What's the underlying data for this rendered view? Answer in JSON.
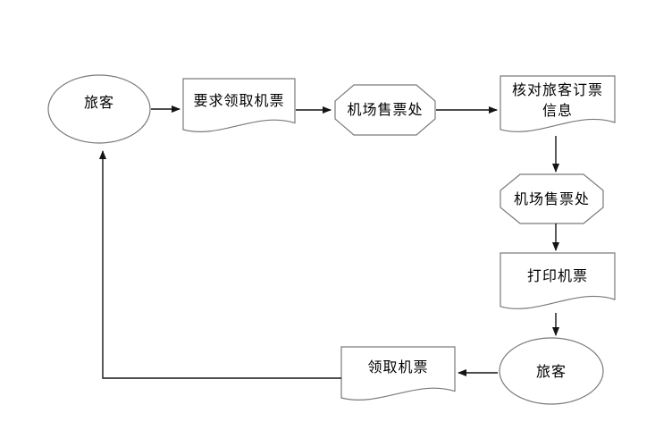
{
  "diagram": {
    "type": "flowchart",
    "background": "#ffffff",
    "colors": {
      "shape_stroke": "#7a7a7a",
      "shape_fill": "#ffffff",
      "arrow": "#141414",
      "text": "#000000"
    },
    "nodes": [
      {
        "id": "passenger-start",
        "type": "ellipse",
        "label": "旅客"
      },
      {
        "id": "request-ticket",
        "type": "document",
        "label": "要求领取机票"
      },
      {
        "id": "ticket-office-1",
        "type": "octagon",
        "label": "机场售票处"
      },
      {
        "id": "verify-booking",
        "type": "document",
        "label": "核对旅客订票信息"
      },
      {
        "id": "ticket-office-2",
        "type": "octagon",
        "label": "机场售票处"
      },
      {
        "id": "print-ticket",
        "type": "document",
        "label": "打印机票"
      },
      {
        "id": "passenger-end",
        "type": "ellipse",
        "label": "旅客"
      },
      {
        "id": "collect-ticket",
        "type": "document",
        "label": "领取机票"
      }
    ],
    "edges": [
      {
        "from": "passenger-start",
        "to": "request-ticket"
      },
      {
        "from": "request-ticket",
        "to": "ticket-office-1"
      },
      {
        "from": "ticket-office-1",
        "to": "verify-booking"
      },
      {
        "from": "verify-booking",
        "to": "ticket-office-2"
      },
      {
        "from": "ticket-office-2",
        "to": "print-ticket"
      },
      {
        "from": "print-ticket",
        "to": "passenger-end"
      },
      {
        "from": "passenger-end",
        "to": "collect-ticket"
      },
      {
        "from": "collect-ticket",
        "to": "passenger-start"
      }
    ]
  }
}
